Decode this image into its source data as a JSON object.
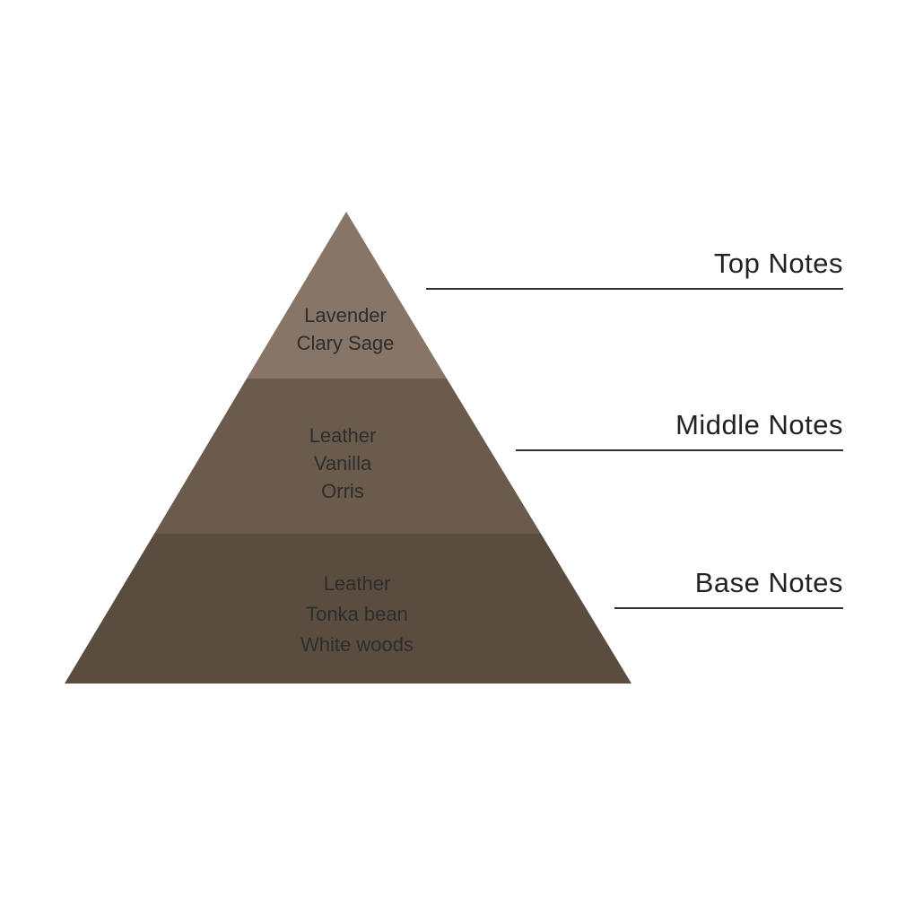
{
  "diagram": {
    "type": "fragrance-notes-pyramid",
    "background": "#ffffff",
    "text_color": "#2d2d2d",
    "line_color": "#2e2e2e"
  },
  "pyramid": {
    "sections": [
      {
        "name": "top",
        "color": "#877568",
        "label": "Top Notes",
        "notes": [
          "Lavender",
          "Clary Sage"
        ]
      },
      {
        "name": "middle",
        "color": "#6b5b4d",
        "label": "Middle Notes",
        "notes": [
          "Leather",
          "Vanilla",
          "Orris"
        ]
      },
      {
        "name": "base",
        "color": "#5a4c3f",
        "label": "Base Notes",
        "notes": [
          "Leather",
          "Tonka bean",
          "White woods"
        ]
      }
    ]
  }
}
